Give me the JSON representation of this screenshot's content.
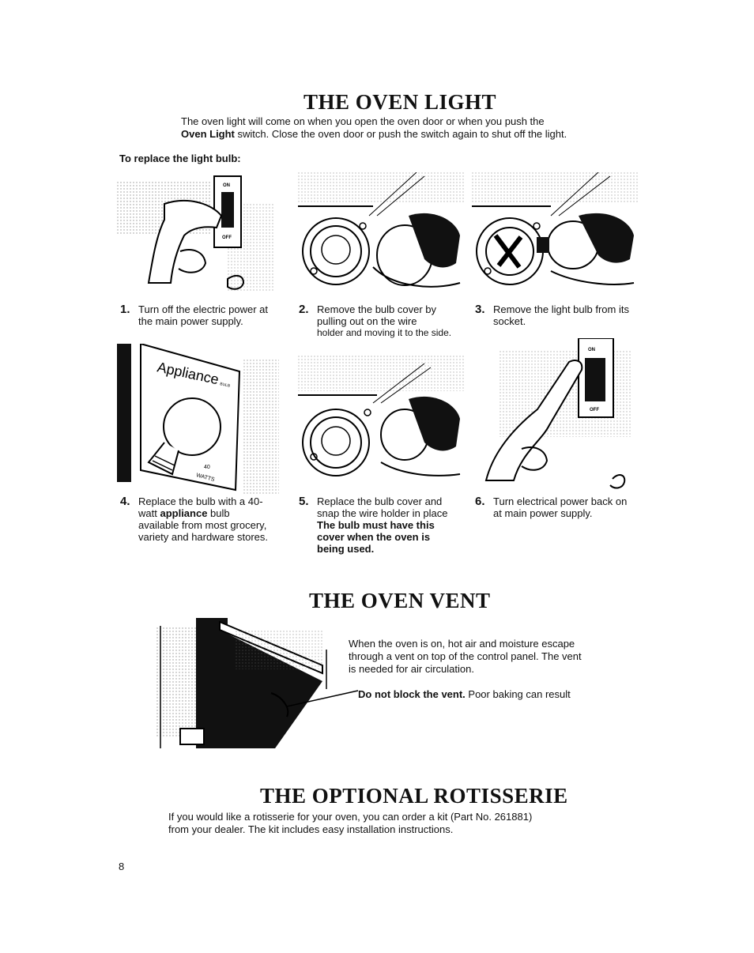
{
  "oven_light": {
    "title": "THE OVEN LIGHT",
    "intro_line1": "The oven light will come on when you open the oven door or when you push the",
    "intro_bold": "Oven Light",
    "intro_line2_rest": " switch. Close the oven door or push the switch again to shut off the light.",
    "subheading": "To replace the light bulb:",
    "switch_labels": {
      "on": "ON",
      "off": "OFF"
    },
    "bulb_box_label": "Appliance",
    "bulb_box_small": "BULB",
    "bulb_watts_num": "40",
    "bulb_watts_word": "WATTS",
    "steps": [
      {
        "num": "1.",
        "text": "Turn off the electric power at the main power supply."
      },
      {
        "num": "2.",
        "text": "Remove the bulb cover by pulling out on the wire",
        "text2": "holder and moving it to the side."
      },
      {
        "num": "3.",
        "text": "Remove the light bulb from its socket."
      },
      {
        "num": "4.",
        "text_pre": "Replace the bulb with a 40-watt ",
        "bold": "appliance",
        "text_post": " bulb available from most grocery, variety and hardware stores."
      },
      {
        "num": "5.",
        "text": "Replace the bulb cover and snap the wire holder in place ",
        "bold": "The bulb must have this cover when the oven is being used."
      },
      {
        "num": "6.",
        "text": "Turn electrical power back on at main power supply."
      }
    ]
  },
  "oven_vent": {
    "title": "THE OVEN VENT",
    "text": "When the oven is on, hot air and moisture escape through a vent on top of the control panel. The vent is needed for air circulation.",
    "warning_bold": "Do not block the vent.",
    "warning_rest": " Poor baking can result"
  },
  "rotisserie": {
    "title": "THE OPTIONAL ROTISSERIE",
    "text_line1": "If you would like a rotisserie for your oven, you can order a kit (Part No. 261881)",
    "text_line2": "from your dealer. The kit includes easy installation instructions."
  },
  "page_number": "8"
}
